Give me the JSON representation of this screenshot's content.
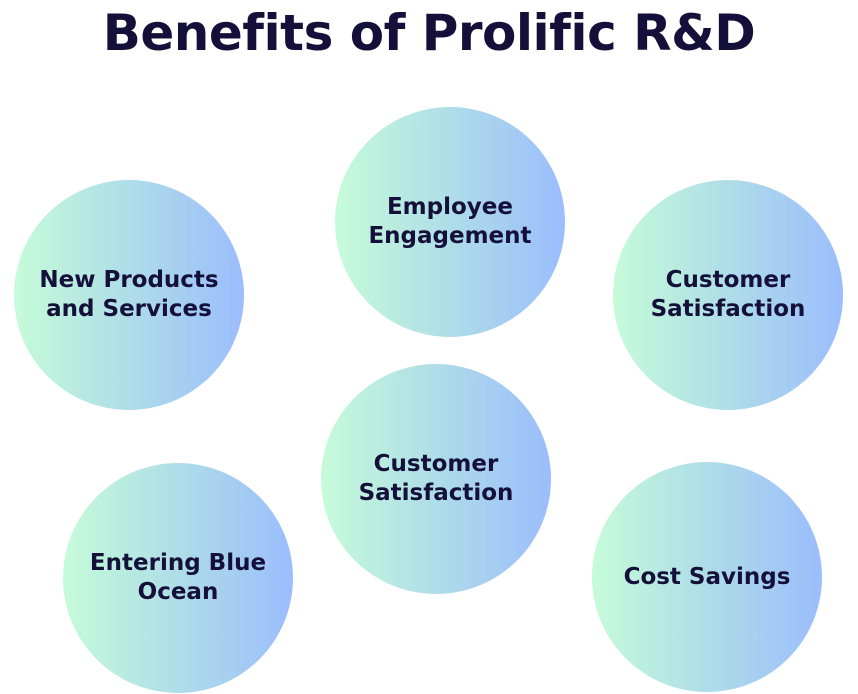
{
  "title": "Benefits of Prolific R&D",
  "nodes": {
    "employee_engagement": "Employee\nEngagement",
    "new_products": "New Products\nand Services",
    "customer_satisfaction_right": "Customer\nSatisfaction",
    "customer_satisfaction_center": "Customer\nSatisfaction",
    "entering_blue_ocean": "Entering Blue\nOcean",
    "cost_savings": "Cost Savings"
  },
  "colors": {
    "text": "#14103a",
    "gradient_start": "#c6fbd9",
    "gradient_mid": "#afdde8",
    "gradient_end": "#9bbdfd"
  }
}
